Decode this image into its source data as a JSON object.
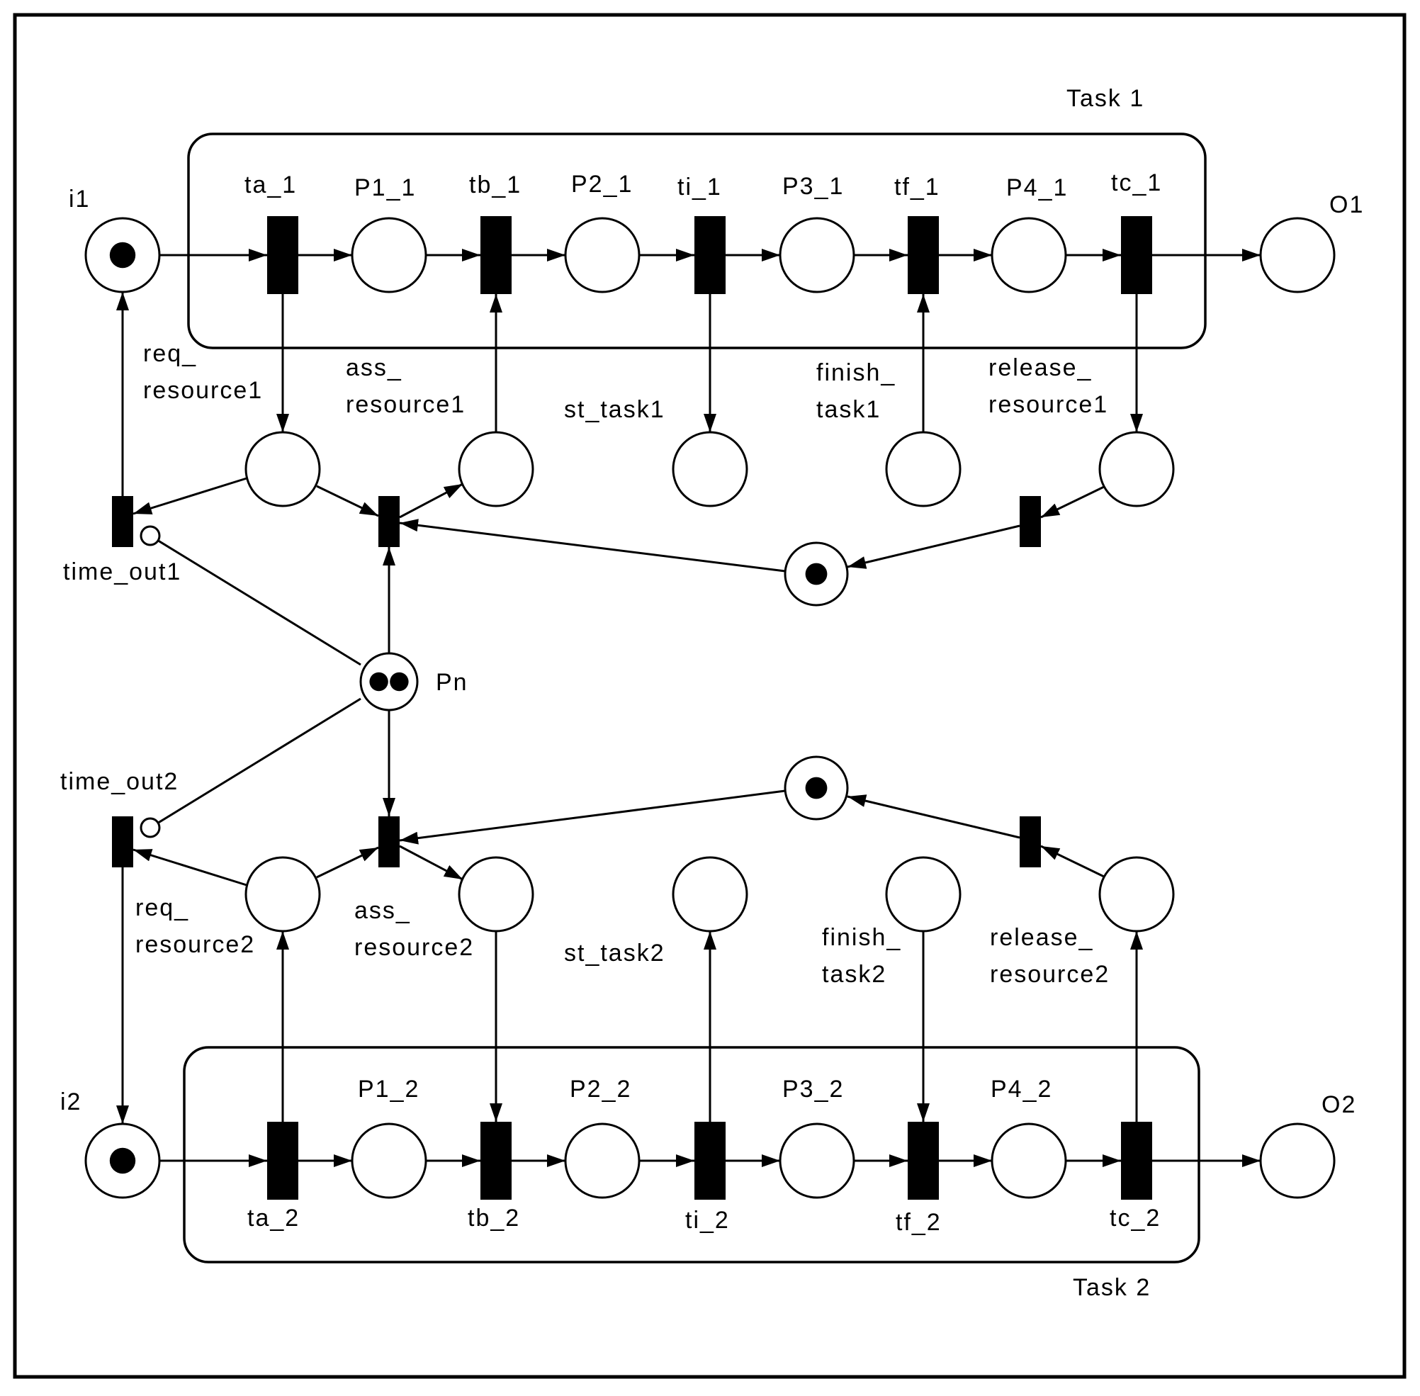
{
  "task_groups": [
    {
      "label": "Task 1"
    },
    {
      "label": "Task 2"
    }
  ],
  "places": [
    {
      "id": "i1",
      "label": "i1",
      "tokens": 1
    },
    {
      "id": "P1_1",
      "label": "P1_1",
      "tokens": 0
    },
    {
      "id": "P2_1",
      "label": "P2_1",
      "tokens": 0
    },
    {
      "id": "P3_1",
      "label": "P3_1",
      "tokens": 0
    },
    {
      "id": "P4_1",
      "label": "P4_1",
      "tokens": 0
    },
    {
      "id": "O1",
      "label": "O1",
      "tokens": 0
    },
    {
      "id": "req_resource1",
      "label": [
        "req_",
        "resource1"
      ],
      "tokens": 0
    },
    {
      "id": "ass_resource1",
      "label": [
        "ass_",
        "resource1"
      ],
      "tokens": 0
    },
    {
      "id": "st_task1",
      "label": [
        "st_task1"
      ],
      "tokens": 0
    },
    {
      "id": "finish_task1",
      "label": [
        "finish_",
        "task1"
      ],
      "tokens": 0
    },
    {
      "id": "release_resource1",
      "label": [
        "release_",
        "resource1"
      ],
      "tokens": 0
    },
    {
      "id": "avail1",
      "label": "",
      "tokens": 1
    },
    {
      "id": "Pn",
      "label": "Pn",
      "tokens": 2
    },
    {
      "id": "avail2",
      "label": "",
      "tokens": 1
    },
    {
      "id": "req_resource2",
      "label": [
        "req_",
        "resource2"
      ],
      "tokens": 0
    },
    {
      "id": "ass_resource2",
      "label": [
        "ass_",
        "resource2"
      ],
      "tokens": 0
    },
    {
      "id": "st_task2",
      "label": [
        "st_task2"
      ],
      "tokens": 0
    },
    {
      "id": "finish_task2",
      "label": [
        "finish_",
        "task2"
      ],
      "tokens": 0
    },
    {
      "id": "release_resource2",
      "label": [
        "release_",
        "resource2"
      ],
      "tokens": 0
    },
    {
      "id": "i2",
      "label": "i2",
      "tokens": 1
    },
    {
      "id": "P1_2",
      "label": "P1_2",
      "tokens": 0
    },
    {
      "id": "P2_2",
      "label": "P2_2",
      "tokens": 0
    },
    {
      "id": "P3_2",
      "label": "P3_2",
      "tokens": 0
    },
    {
      "id": "P4_2",
      "label": "P4_2",
      "tokens": 0
    },
    {
      "id": "O2",
      "label": "O2",
      "tokens": 0
    }
  ],
  "transitions": [
    {
      "id": "ta_1",
      "label": "ta_1"
    },
    {
      "id": "tb_1",
      "label": "tb_1"
    },
    {
      "id": "ti_1",
      "label": "ti_1"
    },
    {
      "id": "tf_1",
      "label": "tf_1"
    },
    {
      "id": "tc_1",
      "label": "tc_1"
    },
    {
      "id": "time_out1",
      "label": "time_out1"
    },
    {
      "id": "assign1",
      "label": ""
    },
    {
      "id": "release1",
      "label": ""
    },
    {
      "id": "time_out2",
      "label": "time_out2"
    },
    {
      "id": "assign2",
      "label": ""
    },
    {
      "id": "release2",
      "label": ""
    },
    {
      "id": "ta_2",
      "label": "ta_2"
    },
    {
      "id": "tb_2",
      "label": "tb_2"
    },
    {
      "id": "ti_2",
      "label": "ti_2"
    },
    {
      "id": "tf_2",
      "label": "tf_2"
    },
    {
      "id": "tc_2",
      "label": "tc_2"
    }
  ],
  "arcs": [
    {
      "from": "i1",
      "to": "ta_1"
    },
    {
      "from": "ta_1",
      "to": "P1_1"
    },
    {
      "from": "P1_1",
      "to": "tb_1"
    },
    {
      "from": "tb_1",
      "to": "P2_1"
    },
    {
      "from": "P2_1",
      "to": "ti_1"
    },
    {
      "from": "ti_1",
      "to": "P3_1"
    },
    {
      "from": "P3_1",
      "to": "tf_1"
    },
    {
      "from": "tf_1",
      "to": "P4_1"
    },
    {
      "from": "P4_1",
      "to": "tc_1"
    },
    {
      "from": "tc_1",
      "to": "O1"
    },
    {
      "from": "ta_1",
      "to": "req_resource1"
    },
    {
      "from": "ass_resource1",
      "to": "tb_1"
    },
    {
      "from": "ti_1",
      "to": "st_task1"
    },
    {
      "from": "finish_task1",
      "to": "tf_1"
    },
    {
      "from": "tc_1",
      "to": "release_resource1"
    },
    {
      "from": "req_resource1",
      "to": "time_out1"
    },
    {
      "from": "time_out1",
      "to": "i1"
    },
    {
      "from": "req_resource1",
      "to": "assign1"
    },
    {
      "from": "assign1",
      "to": "ass_resource1"
    },
    {
      "from": "avail1",
      "to": "assign1"
    },
    {
      "from": "release_resource1",
      "to": "release1"
    },
    {
      "from": "release1",
      "to": "avail1"
    },
    {
      "from": "Pn",
      "to": "assign1"
    },
    {
      "from": "Pn",
      "to": "time_out1",
      "kind": "inhibitor"
    },
    {
      "from": "Pn",
      "to": "assign2"
    },
    {
      "from": "Pn",
      "to": "time_out2",
      "kind": "inhibitor"
    },
    {
      "from": "req_resource2",
      "to": "time_out2"
    },
    {
      "from": "time_out2",
      "to": "i2"
    },
    {
      "from": "req_resource2",
      "to": "assign2"
    },
    {
      "from": "assign2",
      "to": "ass_resource2"
    },
    {
      "from": "avail2",
      "to": "assign2"
    },
    {
      "from": "release_resource2",
      "to": "release2"
    },
    {
      "from": "release2",
      "to": "avail2"
    },
    {
      "from": "ta_2",
      "to": "req_resource2"
    },
    {
      "from": "ass_resource2",
      "to": "tb_2"
    },
    {
      "from": "ti_2",
      "to": "st_task2"
    },
    {
      "from": "finish_task2",
      "to": "tf_2"
    },
    {
      "from": "tc_2",
      "to": "release_resource2"
    },
    {
      "from": "i2",
      "to": "ta_2"
    },
    {
      "from": "ta_2",
      "to": "P1_2"
    },
    {
      "from": "P1_2",
      "to": "tb_2"
    },
    {
      "from": "tb_2",
      "to": "P2_2"
    },
    {
      "from": "P2_2",
      "to": "ti_2"
    },
    {
      "from": "ti_2",
      "to": "P3_2"
    },
    {
      "from": "P3_2",
      "to": "tf_2"
    },
    {
      "from": "tf_2",
      "to": "P4_2"
    },
    {
      "from": "P4_2",
      "to": "tc_2"
    },
    {
      "from": "tc_2",
      "to": "O2"
    }
  ]
}
